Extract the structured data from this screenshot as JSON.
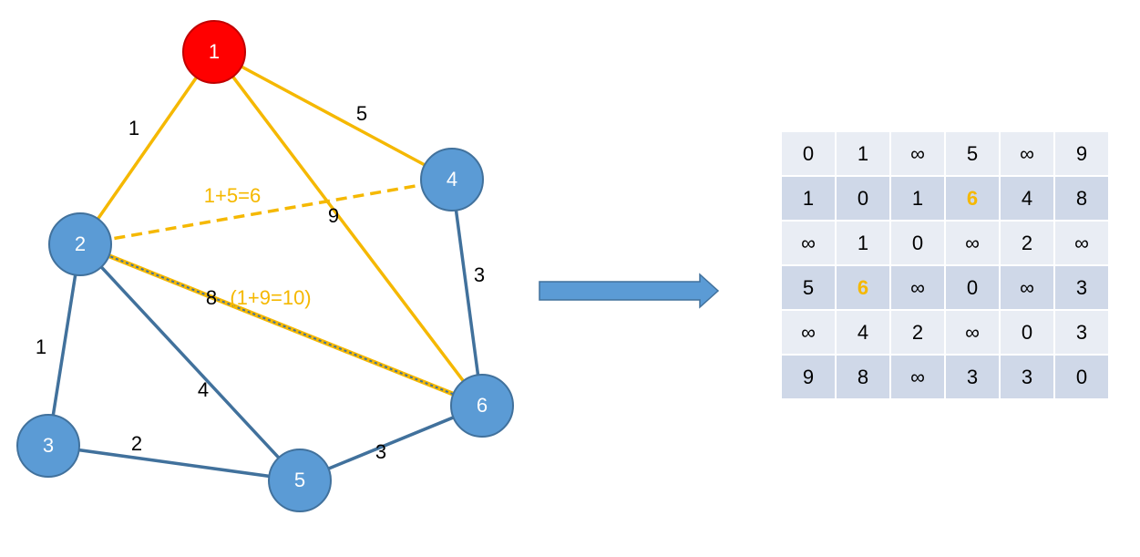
{
  "colors": {
    "source_node": "#ff0000",
    "node": "#5b9bd5",
    "highlight_edge": "#f5b800",
    "normal_edge": "#41719c",
    "arrow": "#5b9bd5"
  },
  "graph": {
    "nodes": [
      {
        "id": "1",
        "label": "1",
        "source": true
      },
      {
        "id": "2",
        "label": "2"
      },
      {
        "id": "3",
        "label": "3"
      },
      {
        "id": "4",
        "label": "4"
      },
      {
        "id": "5",
        "label": "5"
      },
      {
        "id": "6",
        "label": "6"
      }
    ],
    "edges": [
      {
        "from": "1",
        "to": "2",
        "label": "1",
        "highlight": true
      },
      {
        "from": "1",
        "to": "4",
        "label": "5",
        "highlight": true
      },
      {
        "from": "1",
        "to": "6",
        "label": "9",
        "highlight": true
      },
      {
        "from": "2",
        "to": "4",
        "label": "1+5=6",
        "highlight": true,
        "dashed": true
      },
      {
        "from": "2",
        "to": "6",
        "label": "8",
        "extra_label": "(1+9=10)",
        "highlight": true,
        "dual": true
      },
      {
        "from": "2",
        "to": "3",
        "label": "1"
      },
      {
        "from": "2",
        "to": "5",
        "label": "4"
      },
      {
        "from": "3",
        "to": "5",
        "label": "2"
      },
      {
        "from": "5",
        "to": "6",
        "label": "3"
      },
      {
        "from": "4",
        "to": "6",
        "label": "3"
      }
    ]
  },
  "matrix": {
    "rows": [
      [
        "0",
        "1",
        "∞",
        "5",
        "∞",
        "9"
      ],
      [
        "1",
        "0",
        "1",
        "6",
        "4",
        "8"
      ],
      [
        "∞",
        "1",
        "0",
        "∞",
        "2",
        "∞"
      ],
      [
        "5",
        "6",
        "∞",
        "0",
        "∞",
        "3"
      ],
      [
        "∞",
        "4",
        "2",
        "∞",
        "0",
        "3"
      ],
      [
        "9",
        "8",
        "∞",
        "3",
        "3",
        "0"
      ]
    ],
    "highlighted_cells": [
      [
        1,
        3
      ],
      [
        3,
        1
      ]
    ]
  }
}
